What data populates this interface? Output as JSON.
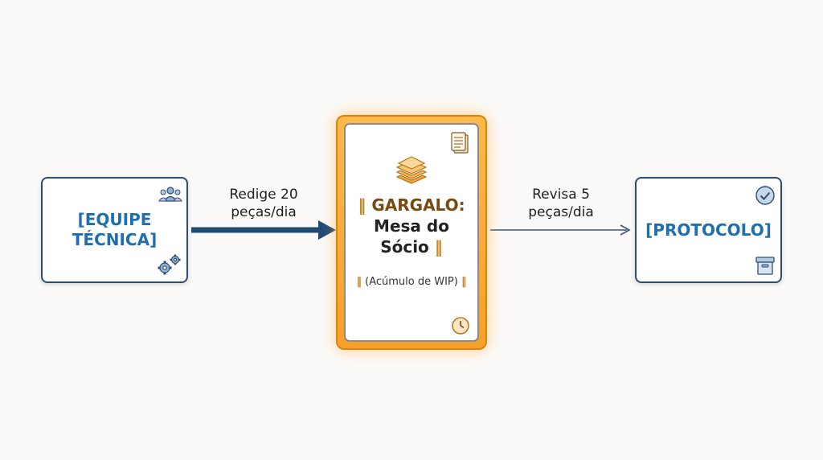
{
  "nodes": {
    "team": {
      "line1": "[EQUIPE",
      "line2": "TÉCNICA]",
      "icon_top": "team-icon",
      "icon_bottom": "gears-icon"
    },
    "bottleneck": {
      "title_prefix": "GARGALO:",
      "title_line2": "Mesa do",
      "title_line3": "Sócio",
      "subtitle": "(Acúmulo de WIP)",
      "bar_glyph": "‖",
      "icon_top": "layers-icon",
      "icon_corner_top": "document-icon",
      "icon_corner_bottom": "clock-icon"
    },
    "protocol": {
      "label": "[PROTOCOLO]",
      "icon_top": "check-circle-icon",
      "icon_bottom": "archive-box-icon"
    }
  },
  "edges": {
    "in": {
      "line1": "Redige 20",
      "line2": "peças/dia"
    },
    "out": {
      "line1": "Revisa 5",
      "line2": "peças/dia"
    }
  },
  "colors": {
    "node_text": "#1f6fae",
    "node_border": "#2f4b6e",
    "bottleneck_frame": "#f7a02a",
    "bottleneck_accent": "#c9821e",
    "arrow_thick": "#1f4a74",
    "arrow_thin": "#35577e"
  }
}
